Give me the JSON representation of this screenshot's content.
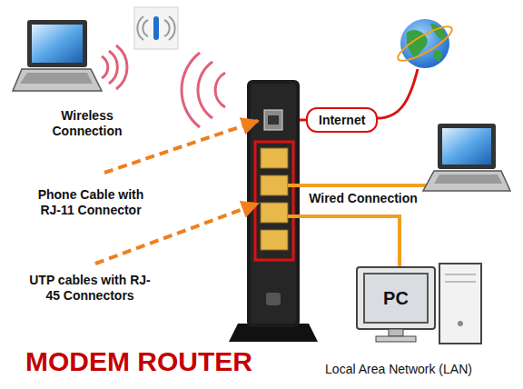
{
  "diagram": {
    "title": "MODEM ROUTER",
    "nodes": [
      {
        "text": [
          "Internet"
        ]
      },
      {
        "text": [
          "PC"
        ]
      }
    ],
    "labels": [
      "Wireless Connection",
      "Phone Cable with RJ-11 Connector",
      "UTP cables with RJ-45 Connectors",
      "Wired Connection",
      "Local Area Network (LAN)"
    ]
  }
}
